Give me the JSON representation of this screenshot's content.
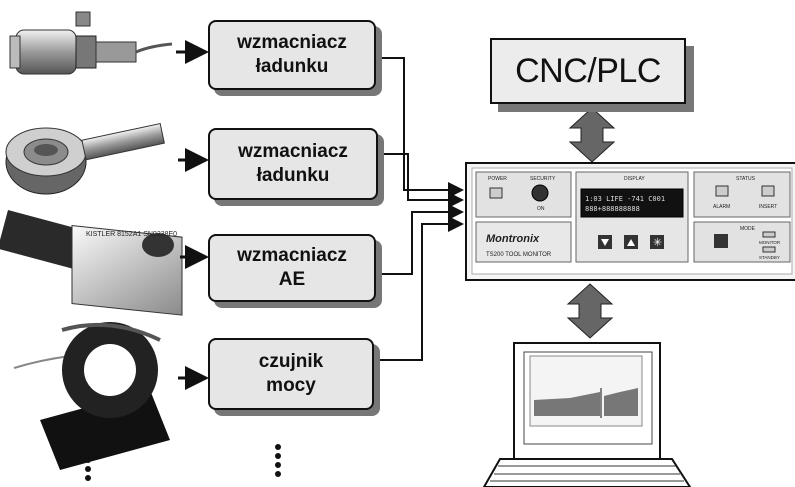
{
  "amplifiers": [
    {
      "line1": "wzmacniacz",
      "line2": "ładunku"
    },
    {
      "line1": "wzmacniacz",
      "line2": "ładunku"
    },
    {
      "line1": "wzmacniacz",
      "line2": "AE"
    },
    {
      "line1": "czujnik",
      "line2": "mocy"
    }
  ],
  "cnc": {
    "label": "CNC/PLC"
  },
  "monitor": {
    "brand": "Montronix",
    "model": "TS200 TOOL MONITOR",
    "power_label": "POWER",
    "security_label": "SECURITY",
    "on_label": "ON",
    "display_label": "DISPLAY",
    "display_line1": "1:03 LIFE -741 C001",
    "display_line2": "888+888888888",
    "status_label": "STATUS",
    "alarm_label": "ALARM",
    "insert_label": "INSERT",
    "mode_label": "MODE",
    "monitor_label": "MONITOR",
    "standby_label": "STANDBY"
  },
  "sensors": {
    "sensor2_engraving": "",
    "sensor3_engraving": "KISTLER 8152A1 SN0238E0"
  },
  "colors": {
    "box_fill": "#e6e6e6",
    "shadow": "#777777",
    "arrow": "#666666",
    "line": "#111111"
  }
}
